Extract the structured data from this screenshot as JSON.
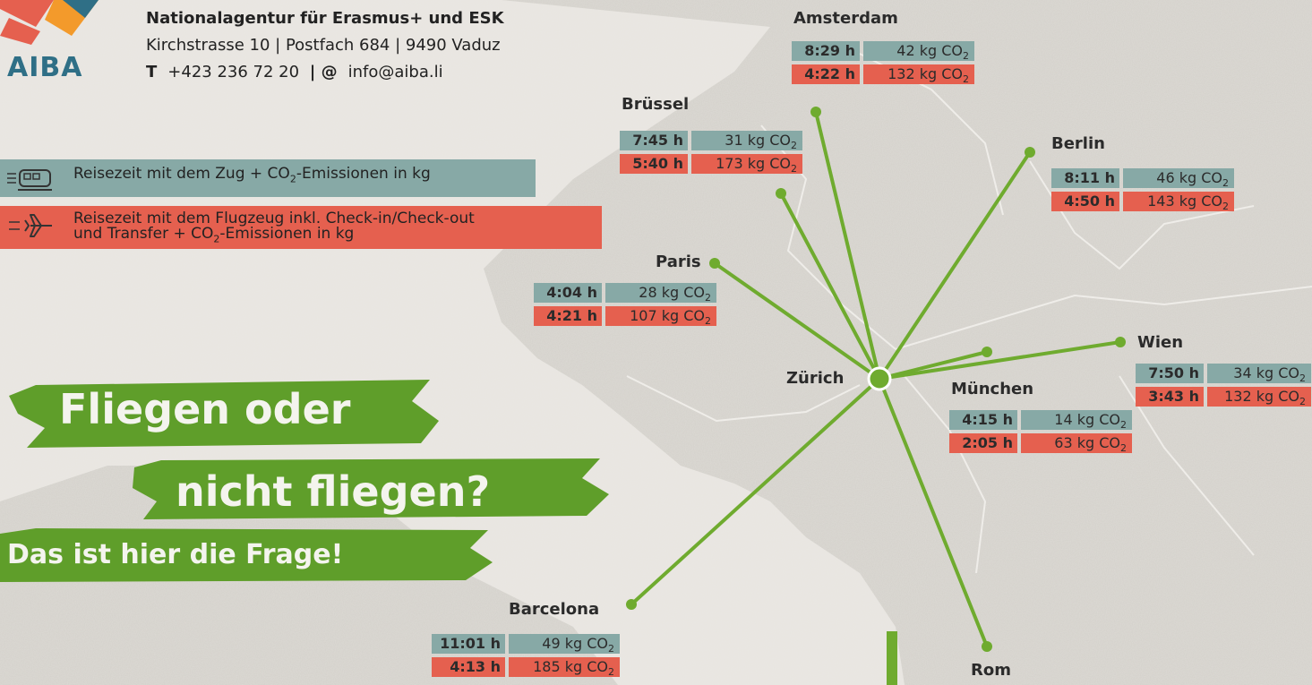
{
  "organization": {
    "name": "Nationalagentur für Erasmus+ und ESK",
    "address": "Kirchstrasse 10 | Postfach 684 | 9490 Vaduz",
    "phone_label": "T",
    "phone": "+423 236 72 20",
    "email_label": "| @",
    "email": "info@aiba.li"
  },
  "logo": {
    "text": "AIBA",
    "colors": [
      "#e5604f",
      "#f39a2b",
      "#2f6f86"
    ]
  },
  "legend": {
    "train_icon": "train-icon",
    "train_text_pre": "Reisezeit mit dem Zug + CO",
    "train_text_post": "-Emissionen in kg",
    "flight_icon": "airplane-icon",
    "flight_line1": "Reisezeit mit dem Flugzeug inkl. Check-in/Check-out",
    "flight_line2_pre": "und Transfer + CO",
    "flight_line2_post": "-Emissionen in kg"
  },
  "co2_sub": "2",
  "title": {
    "line1": "Fliegen oder",
    "line2": "nicht fliegen?",
    "line3": "Das ist hier die Frage!"
  },
  "hub": {
    "name": "Zürich"
  },
  "colors": {
    "train": "#87a9a6",
    "flight": "#e5604f",
    "route": "#6fab2f",
    "brush": "#5f9e2a"
  },
  "cities": [
    {
      "name": "Amsterdam",
      "train_time": "8:29 h",
      "train_co2": "42 kg CO",
      "flight_time": "4:22 h",
      "flight_co2": "132 kg CO"
    },
    {
      "name": "Brüssel",
      "train_time": "7:45 h",
      "train_co2": "31 kg CO",
      "flight_time": "5:40 h",
      "flight_co2": "173 kg CO"
    },
    {
      "name": "Berlin",
      "train_time": "8:11 h",
      "train_co2": "46 kg CO",
      "flight_time": "4:50 h",
      "flight_co2": "143 kg CO"
    },
    {
      "name": "Paris",
      "train_time": "4:04 h",
      "train_co2": "28 kg CO",
      "flight_time": "4:21 h",
      "flight_co2": "107 kg CO"
    },
    {
      "name": "Wien",
      "train_time": "7:50 h",
      "train_co2": "34 kg CO",
      "flight_time": "3:43 h",
      "flight_co2": "132 kg CO"
    },
    {
      "name": "München",
      "train_time": "4:15 h",
      "train_co2": "14 kg CO",
      "flight_time": "2:05 h",
      "flight_co2": "63 kg CO"
    },
    {
      "name": "Barcelona",
      "train_time": "11:01 h",
      "train_co2": "49 kg CO",
      "flight_time": "4:13 h",
      "flight_co2": "185 kg CO"
    },
    {
      "name": "Rom"
    }
  ]
}
